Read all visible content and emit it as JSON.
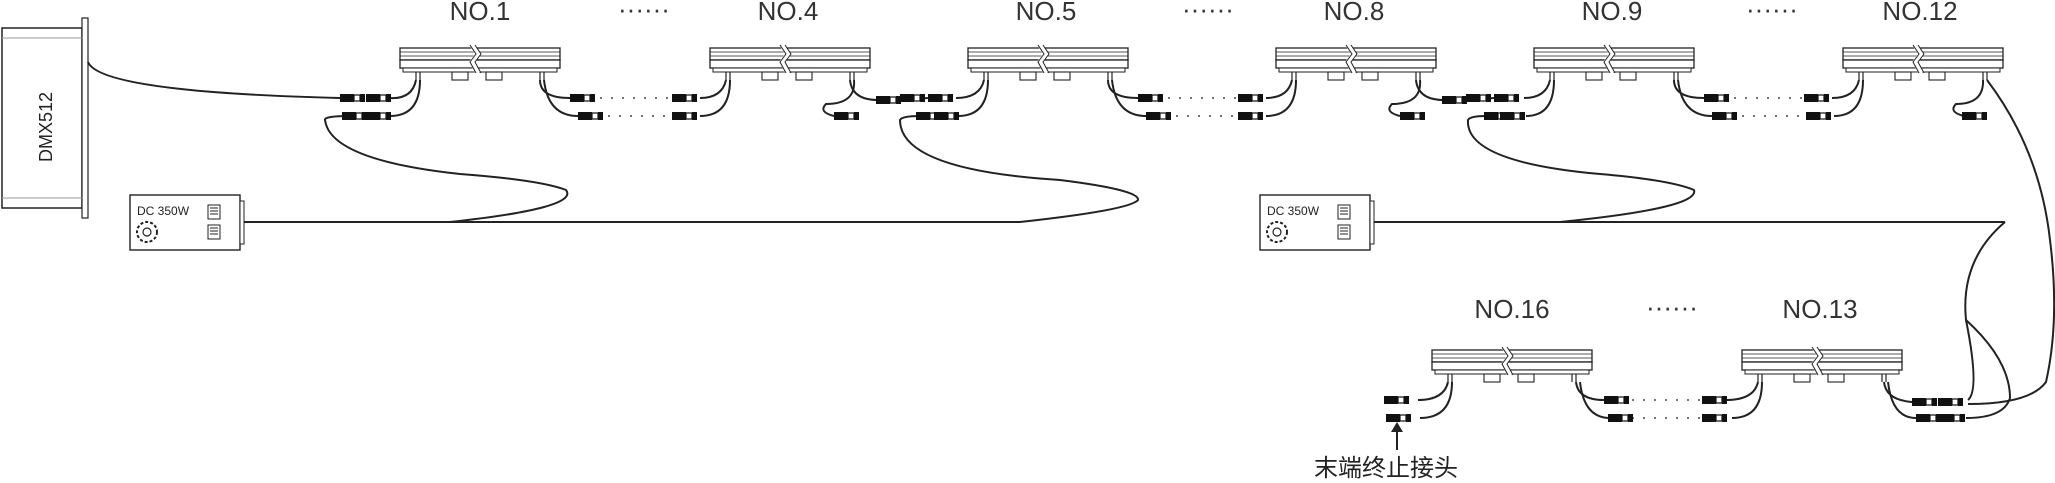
{
  "controller": {
    "label": "DMX512"
  },
  "power_supplies": [
    {
      "id": "psu-1",
      "label": "DC 350W"
    },
    {
      "id": "psu-2",
      "label": "DC 350W"
    }
  ],
  "fixture_labels": {
    "no1": "NO.1",
    "no4": "NO.4",
    "no5": "NO.5",
    "no8": "NO.8",
    "no9": "NO.9",
    "no12": "NO.12",
    "no16": "NO.16",
    "no13": "NO.13"
  },
  "ellipsis": "······",
  "terminator_label": "末端终止接头"
}
